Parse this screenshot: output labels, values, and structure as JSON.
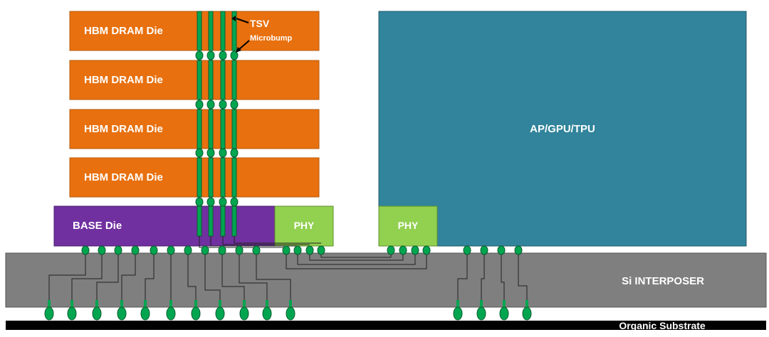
{
  "labels": {
    "dram_die": "HBM DRAM Die",
    "tsv": "TSV",
    "microbump": "Microbump",
    "base_die": "BASE Die",
    "phy": "PHY",
    "processor": "AP/GPU/TPU",
    "interposer": "Si INTERPOSER",
    "substrate": "Organic Substrate"
  },
  "colors": {
    "dram": "#e8700e",
    "dram_border": "#b85a0b",
    "base": "#7030a0",
    "phy": "#92d050",
    "processor": "#31849b",
    "interposer": "#7f7f7f",
    "substrate": "#000000",
    "bump": "#00a550",
    "tsv": "#00a550",
    "wire": "#202020"
  }
}
